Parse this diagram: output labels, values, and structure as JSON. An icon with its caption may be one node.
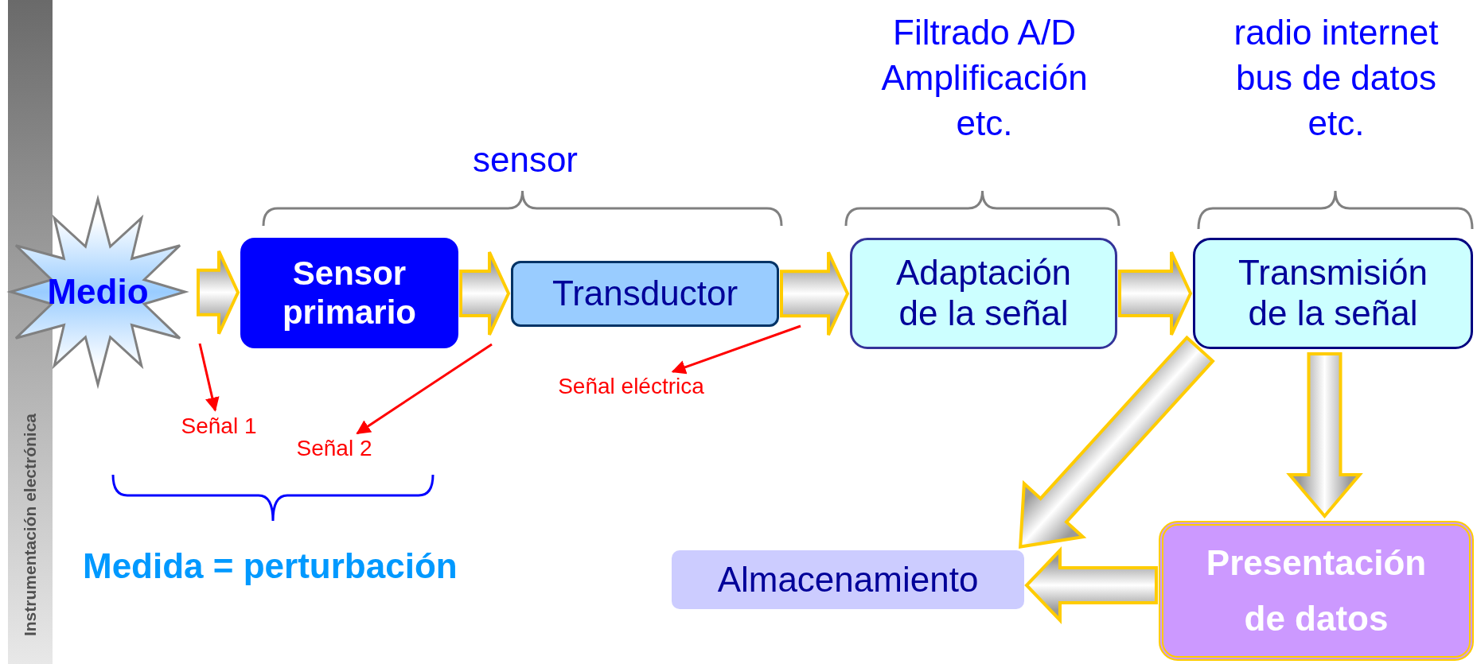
{
  "diagram": {
    "nodes": [
      {
        "text": [
          "Medio"
        ]
      },
      {
        "text": [
          "Sensor primario"
        ]
      },
      {
        "text": [
          "Transductor"
        ]
      },
      {
        "text": [
          "Adaptación de la señal"
        ]
      },
      {
        "text": [
          "Transmisión de la señal"
        ]
      },
      {
        "text": [
          "Almacenamiento"
        ]
      },
      {
        "text": [
          "Presentación de datos"
        ]
      },
      {
        "text": [
          "Señal 1"
        ]
      },
      {
        "text": [
          "Señal 2"
        ]
      },
      {
        "text": [
          "Señal eléctrica"
        ]
      }
    ],
    "edges": [
      {
        "from": 0,
        "to": 1,
        "arrow": "to",
        "style": "thick"
      },
      {
        "from": 1,
        "to": 2,
        "arrow": "to",
        "style": "thick"
      },
      {
        "from": 2,
        "to": 3,
        "arrow": "to",
        "style": "thick"
      },
      {
        "from": 3,
        "to": 4,
        "arrow": "to",
        "style": "thick"
      },
      {
        "from": 4,
        "to": 5,
        "arrow": "to",
        "style": "thick"
      },
      {
        "from": 4,
        "to": 6,
        "arrow": "to",
        "style": "thick"
      },
      {
        "from": 6,
        "to": 5,
        "arrow": "to",
        "style": "thick"
      },
      {
        "from": null,
        "to": 7,
        "arrow": "to",
        "color": "#ff0000"
      },
      {
        "from": null,
        "to": 8,
        "arrow": "to",
        "color": "#ff0000"
      },
      {
        "from": null,
        "to": 9,
        "arrow": "to",
        "color": "#ff0000"
      }
    ],
    "labels": [
      "sensor",
      "Filtrado A/D Amplificación etc.",
      "radio internet bus de datos etc.",
      "Medida = perturbación",
      "Instrumentación electrónica"
    ]
  }
}
